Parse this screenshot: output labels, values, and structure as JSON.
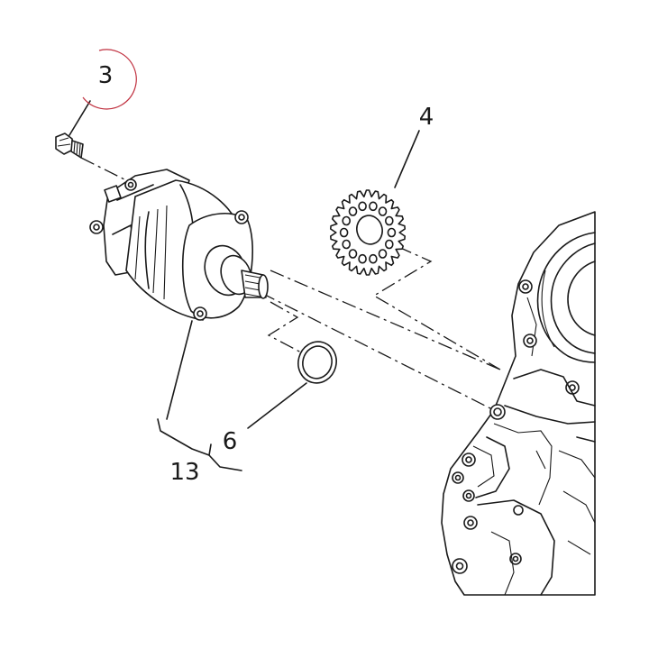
{
  "callouts": {
    "c3": "3",
    "c4": "4",
    "c6": "6",
    "c13": "13"
  },
  "highlight_color": "#c0303f",
  "line_color": "#1a1a1a"
}
